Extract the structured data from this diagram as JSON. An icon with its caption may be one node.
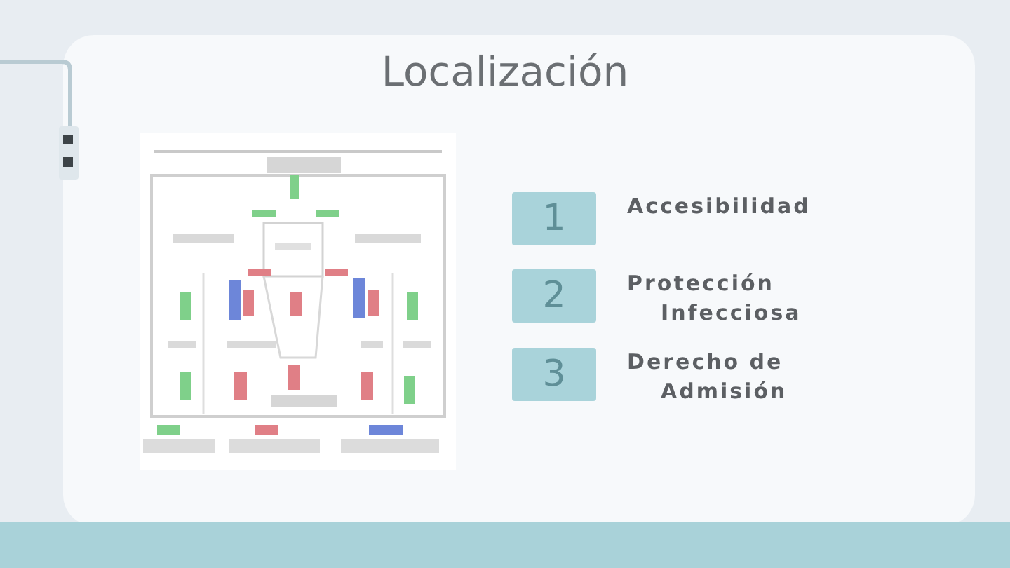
{
  "diagram": {
    "title": "Localización",
    "nodes": [
      {
        "text": [
          "1"
        ],
        "beside": [
          "Accesibilidad"
        ]
      },
      {
        "text": [
          "2"
        ],
        "beside": [
          "Protección Infecciosa"
        ]
      },
      {
        "text": [
          "3"
        ],
        "beside": [
          "Derecho de Admisión"
        ]
      }
    ]
  }
}
